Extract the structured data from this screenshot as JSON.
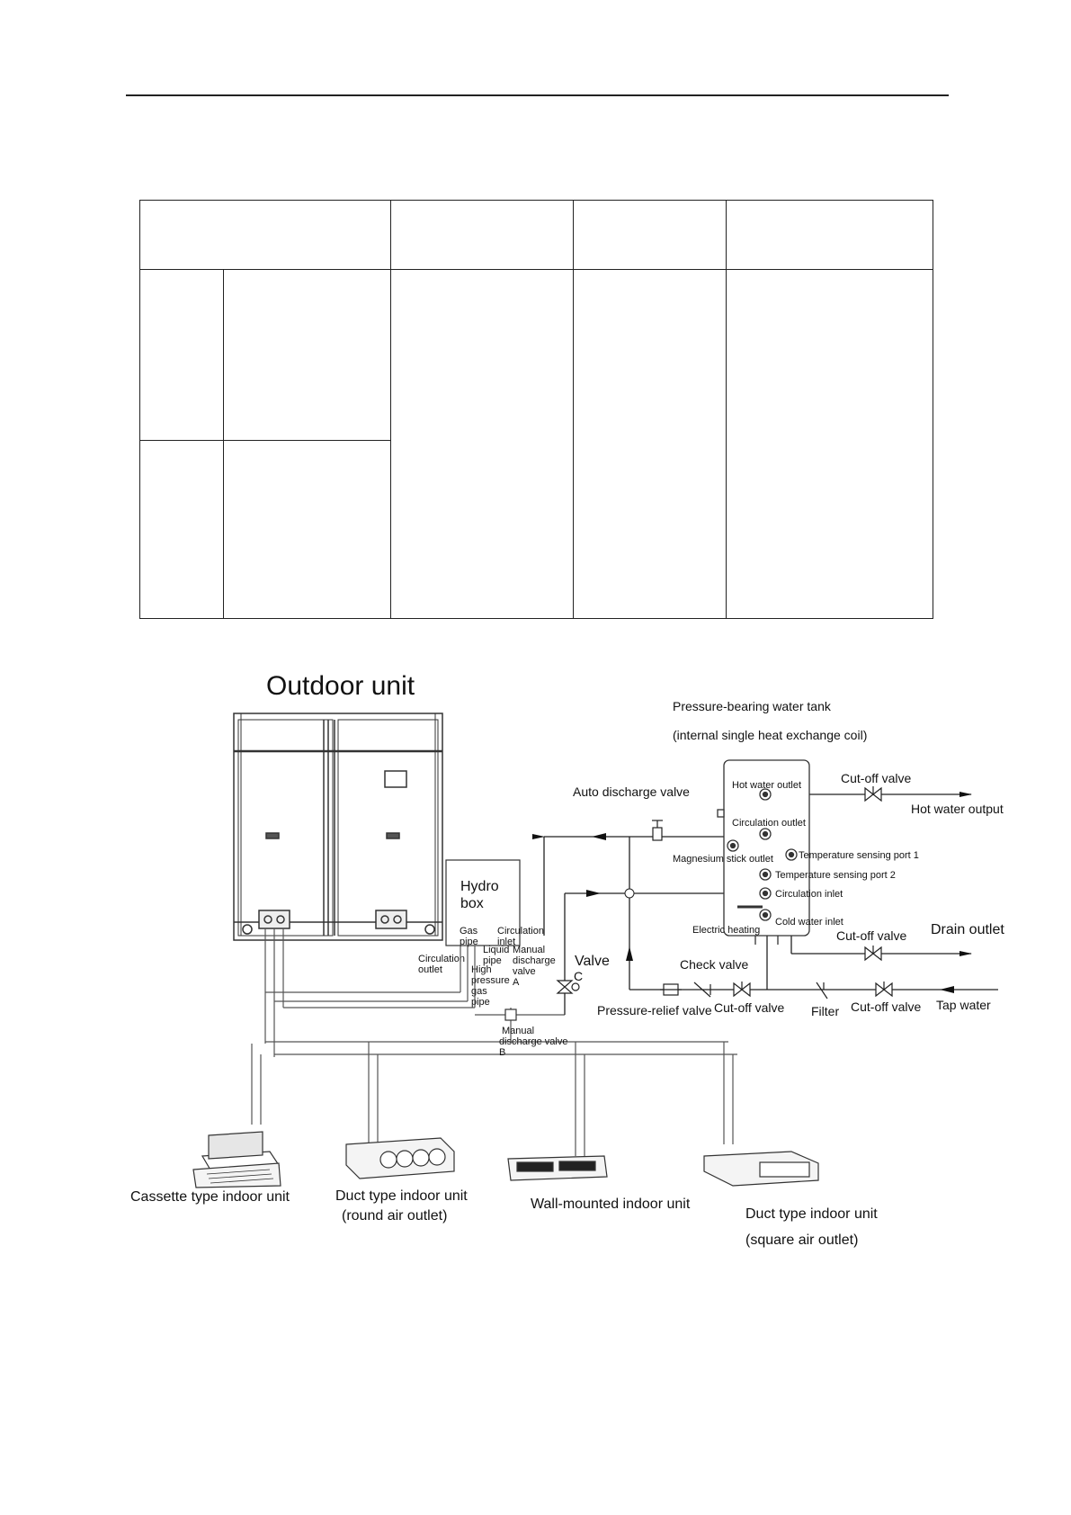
{
  "outdoor_unit": "Outdoor unit",
  "hydro_box": [
    "Hydro",
    "box"
  ],
  "hydro_ports": {
    "gas_pipe": [
      "Gas",
      "pipe"
    ],
    "circulation_inlet": [
      "Circulation",
      "inlet"
    ],
    "circulation_outlet": [
      "Circulation",
      "outlet"
    ],
    "liquid_pipe": [
      "Liquid",
      "pipe"
    ],
    "high_pressure_gas_pipe": [
      "High",
      "pressure",
      "gas",
      "pipe"
    ],
    "manual_discharge_valve_a": [
      "Manual",
      "discharge",
      "valve",
      "A"
    ]
  },
  "valve_c": [
    "Valve",
    "C"
  ],
  "manual_discharge_valve_b": [
    "Manual",
    "discharge valve",
    "B"
  ],
  "auto_discharge_valve": "Auto discharge valve",
  "tank": {
    "title": "Pressure-bearing water tank",
    "subtitle": "(internal single heat exchange coil)",
    "hot_water_outlet": "Hot water outlet",
    "circulation_outlet": "Circulation outlet",
    "magnesium_stick_outlet": "Magnesium stick outlet",
    "temp_port_1": "Temperature sensing port 1",
    "temp_port_2": "Temperature sensing port 2",
    "circulation_inlet": "Circulation inlet",
    "electric_heating": "Electric heating",
    "cold_water_inlet": "Cold water inlet"
  },
  "cutoff_valve": "Cut-off valve",
  "hot_water_output": "Hot water output",
  "drain_outlet": "Drain outlet",
  "check_valve": "Check valve",
  "pressure_relief_valve": "Pressure-relief valve",
  "filter": "Filter",
  "tap_water": "Tap water",
  "indoor_units": {
    "cassette": "Cassette type indoor unit",
    "duct_round": [
      "Duct type indoor unit",
      "(round air outlet)"
    ],
    "wall": "Wall-mounted indoor unit",
    "duct_square": [
      "Duct type indoor unit",
      "(square air outlet)"
    ]
  }
}
